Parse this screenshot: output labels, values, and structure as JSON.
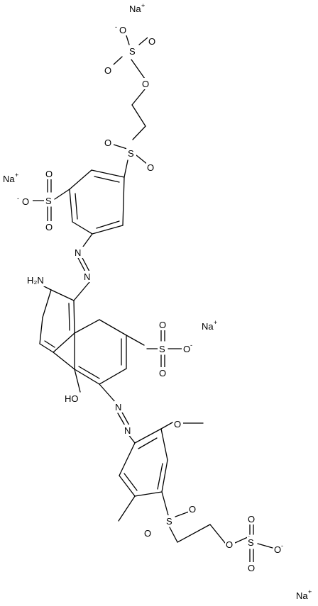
{
  "molecule": {
    "atoms": [
      {
        "id": "na_1",
        "text": "Na",
        "charge": "+"
      },
      {
        "id": "o_sulf1_top",
        "text": "O",
        "charge": "-"
      },
      {
        "id": "s_sulf1",
        "text": "S"
      },
      {
        "id": "o_sulf1_right",
        "text": "O"
      },
      {
        "id": "o_sulf1_left",
        "text": "O"
      },
      {
        "id": "o_sulf1_ester",
        "text": "O"
      },
      {
        "id": "o_sone1_left",
        "text": "O"
      },
      {
        "id": "s_sone1",
        "text": "S"
      },
      {
        "id": "o_sone1_right",
        "text": "O"
      },
      {
        "id": "na_2",
        "text": "Na",
        "charge": "+"
      },
      {
        "id": "o_so3a_top",
        "text": "O"
      },
      {
        "id": "o_so3a_minus",
        "text": "O",
        "charge": "-"
      },
      {
        "id": "s_so3a",
        "text": "S"
      },
      {
        "id": "o_so3a_bottom",
        "text": "O"
      },
      {
        "id": "n_azo1a",
        "text": "N"
      },
      {
        "id": "n_azo1b",
        "text": "N"
      },
      {
        "id": "nh2",
        "text": "H₂N"
      },
      {
        "id": "na_3",
        "text": "Na",
        "charge": "+"
      },
      {
        "id": "o_so3b_top",
        "text": "O"
      },
      {
        "id": "s_so3b",
        "text": "S"
      },
      {
        "id": "o_so3b_minus",
        "text": "O",
        "charge": "-"
      },
      {
        "id": "o_so3b_bottom",
        "text": "O"
      },
      {
        "id": "oh",
        "text": "HO"
      },
      {
        "id": "n_azo2a",
        "text": "N"
      },
      {
        "id": "n_azo2b",
        "text": "N"
      },
      {
        "id": "o_methoxy",
        "text": "O"
      },
      {
        "id": "o_sone2_top",
        "text": "O"
      },
      {
        "id": "s_sone2",
        "text": "S"
      },
      {
        "id": "o_sone2_bottom",
        "text": "O"
      },
      {
        "id": "o_sulf2_top",
        "text": "O"
      },
      {
        "id": "o_sulf2_ester",
        "text": "O"
      },
      {
        "id": "s_sulf2",
        "text": "S"
      },
      {
        "id": "o_sulf2_minus",
        "text": "O",
        "charge": "-"
      },
      {
        "id": "o_sulf2_bottom",
        "text": "O"
      },
      {
        "id": "na_4",
        "text": "Na",
        "charge": "+"
      }
    ]
  }
}
